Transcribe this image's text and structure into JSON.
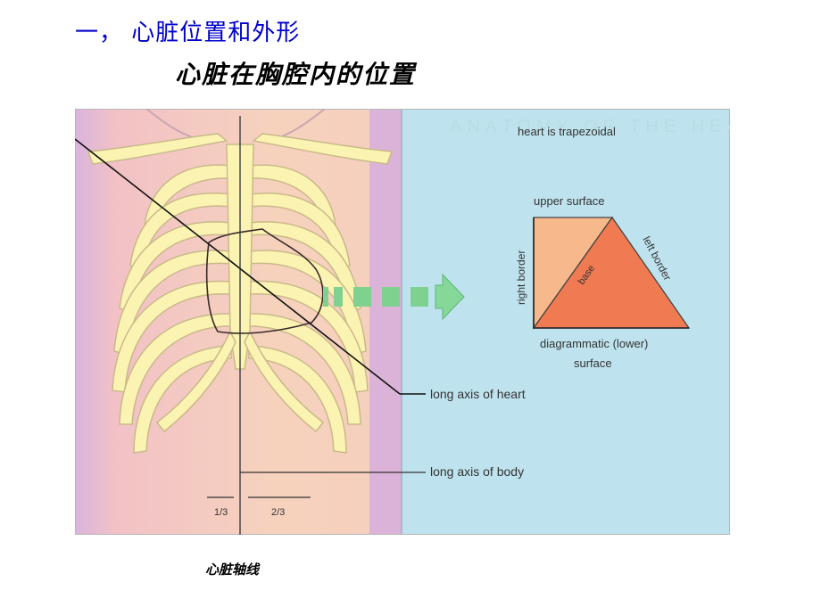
{
  "heading": "一， 心脏位置和外形",
  "subtitle": "心脏在胸腔内的位置",
  "caption": "心脏轴线",
  "figure": {
    "watermark": "ANATOMY OF THE HEART",
    "diagram_title": "heart is trapezoidal",
    "upper_surface": "upper surface",
    "right_border": "right border",
    "left_border": "left border",
    "base": "base",
    "diagrammatic_line1": "diagrammatic (lower)",
    "diagrammatic_line2": "surface",
    "long_axis_heart": "long axis of heart",
    "long_axis_body": "long axis of body",
    "fraction_one_third": "1/3",
    "fraction_two_thirds": "2/3"
  },
  "colors": {
    "heading": "#0000cc",
    "panel_left": "#f4c7b7",
    "panel_purple": "#d8b0d6",
    "panel_right": "#bfe3ee",
    "ribs": "#fbf3b2",
    "arrow": "#7fd18f",
    "trapezoid_light": "#f7b98c",
    "trapezoid_dark": "#f07b52"
  }
}
